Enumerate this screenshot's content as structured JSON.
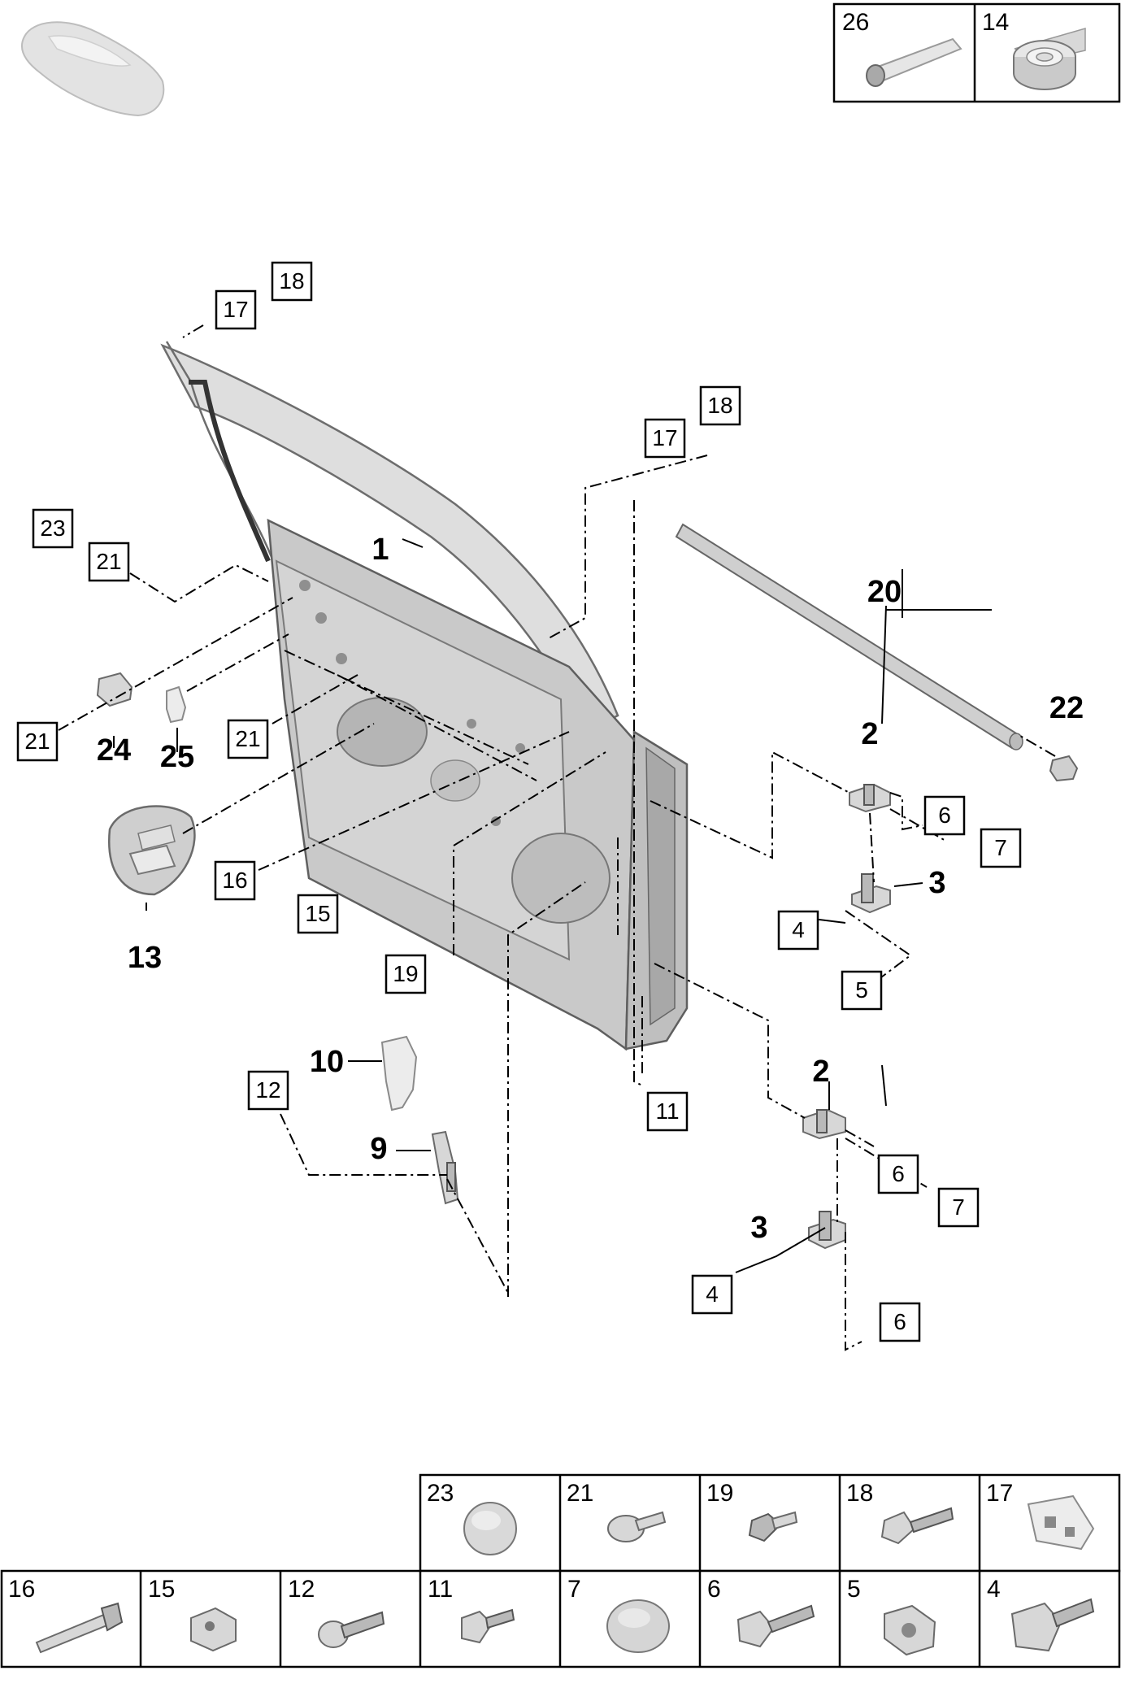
{
  "callouts": {
    "c1": "1",
    "c2a": "2",
    "c2b": "2",
    "c3a": "3",
    "c3b": "3",
    "c4a": "4",
    "c4b": "4",
    "c5": "5",
    "c6a": "6",
    "c6b": "6",
    "c6c": "6",
    "c7a": "7",
    "c7b": "7",
    "c9": "9",
    "c10": "10",
    "c11": "11",
    "c12": "12",
    "c13": "13",
    "c14": "14",
    "c15": "15",
    "c16": "16",
    "c17a": "17",
    "c17b": "17",
    "c18a": "18",
    "c18b": "18",
    "c19": "19",
    "c20": "20",
    "c21a": "21",
    "c21b": "21",
    "c21c": "21",
    "c22": "22",
    "c23": "23",
    "c24": "24",
    "c25": "25",
    "c26": "26"
  },
  "kits": {
    "top": [
      "26",
      "14"
    ]
  },
  "legend": {
    "row1": [
      "23",
      "21",
      "19",
      "18",
      "17"
    ],
    "row2": [
      "16",
      "15",
      "12",
      "11",
      "7",
      "6",
      "5",
      "4"
    ]
  },
  "icons": [
    "car-thumbnail-icon",
    "grease-tube-icon",
    "adhesive-tape-roll-icon",
    "cap-icon",
    "bolt-icon",
    "screw-icon",
    "clip-icon",
    "nut-icon"
  ]
}
